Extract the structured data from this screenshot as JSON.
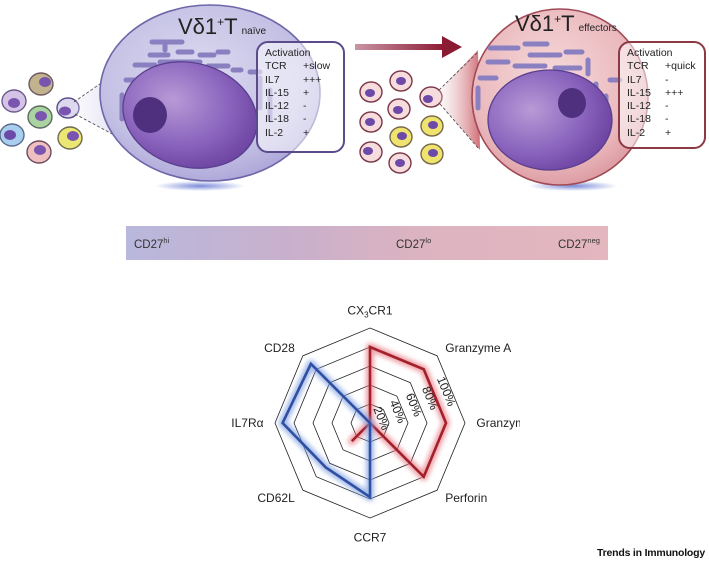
{
  "panels": {
    "naive": {
      "title_main": "Vδ1",
      "title_sup": "+",
      "title_T": "T",
      "title_sub": "naïve",
      "color": "#5b4b8a",
      "activation": {
        "header": "Activation",
        "rows": [
          {
            "stimulus": "TCR",
            "response": "+slow"
          },
          {
            "stimulus": "IL7",
            "response": "+++"
          },
          {
            "stimulus": "IL-15",
            "response": "+"
          },
          {
            "stimulus": "IL-12",
            "response": "-"
          },
          {
            "stimulus": "IL-18",
            "response": "-"
          },
          {
            "stimulus": "IL-2",
            "response": "+"
          }
        ]
      }
    },
    "effectors": {
      "title_main": "Vδ1",
      "title_sup": "+",
      "title_T": "T",
      "title_sub": "effectors",
      "color": "#8b3a44",
      "activation": {
        "header": "Activation",
        "rows": [
          {
            "stimulus": "TCR",
            "response": "+quick"
          },
          {
            "stimulus": "IL7",
            "response": "-"
          },
          {
            "stimulus": "IL-15",
            "response": "+++"
          },
          {
            "stimulus": "IL-12",
            "response": "-"
          },
          {
            "stimulus": "IL-18",
            "response": "-"
          },
          {
            "stimulus": "IL-2",
            "response": "+"
          }
        ]
      }
    }
  },
  "cd27_bar": {
    "left": {
      "base": "CD27",
      "sup": "hi"
    },
    "middle": {
      "base": "CD27",
      "sup": "lo"
    },
    "right": {
      "base": "CD27",
      "sup": "neg"
    }
  },
  "chart_data": {
    "type": "radar",
    "axes": [
      "CX3CR1",
      "Granzyme A",
      "Granzyme B",
      "Perforin",
      "CCR7",
      "CD62L",
      "IL7Rα",
      "CD28"
    ],
    "axis_label_parts": {
      "CX3CR1": [
        "CX",
        "3",
        "CR1"
      ]
    },
    "ring_labels": [
      "20%",
      "40%",
      "60%",
      "80%",
      "100%"
    ],
    "rings": [
      20,
      40,
      60,
      80,
      100
    ],
    "range": [
      0,
      100
    ],
    "series": [
      {
        "name": "effectors",
        "color": "#a31f2a",
        "glow": "#e77a84",
        "values": [
          80,
          80,
          80,
          80,
          0,
          27,
          0,
          0
        ]
      },
      {
        "name": "naive",
        "color": "#2f4fa3",
        "glow": "#7e9ee0",
        "values": [
          0,
          0,
          0,
          0,
          78,
          66,
          92,
          88
        ]
      }
    ]
  },
  "footer": {
    "journal": "Trends in Immunology"
  }
}
